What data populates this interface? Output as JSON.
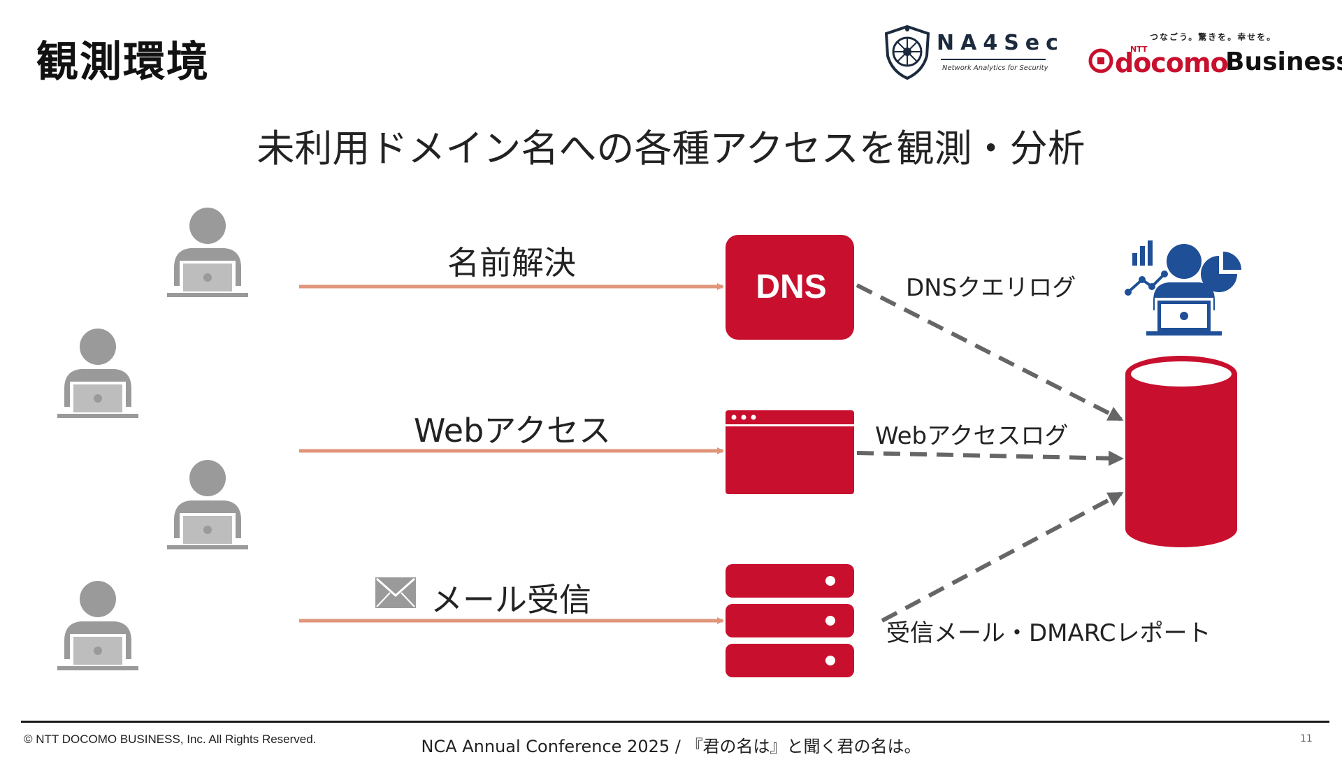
{
  "slide": {
    "title": "観測環境",
    "subtitle": "未利用ドメイン名への各種アクセスを観測・分析"
  },
  "logos": {
    "na4sec": {
      "name": "NA4Sec",
      "tagline": "Network Analytics for Security"
    },
    "docomo": {
      "tagline": "つなごう。驚きを。幸せを。",
      "ntt": "NTT",
      "brand": "docomo",
      "suffix": "Business"
    }
  },
  "flows": [
    {
      "label": "名前解決",
      "server": "DNS",
      "server_icon": "dns-server-icon",
      "log": "DNSクエリログ"
    },
    {
      "label": "Webアクセス",
      "server_icon": "web-browser-icon",
      "log": "Webアクセスログ"
    },
    {
      "label": "メール受信",
      "label_icon": "envelope-icon",
      "server_icon": "mail-server-icon",
      "log": "受信メール・DMARCレポート"
    }
  ],
  "icons": {
    "users": "user-with-laptop-icon",
    "analyst": "analyst-with-charts-icon",
    "storage": "database-cylinder-icon"
  },
  "colors": {
    "accent_red": "#c8102e",
    "arrow_orange": "#e0967a",
    "user_gray": "#9a9a9a",
    "dashed_gray": "#666666",
    "analyst_blue": "#1f4f96"
  },
  "footer": {
    "copyright": "© NTT DOCOMO BUSINESS, Inc. All Rights Reserved.",
    "conference": "NCA Annual Conference 2025 / 『君の名は』と聞く君の名は。",
    "page": "11"
  }
}
